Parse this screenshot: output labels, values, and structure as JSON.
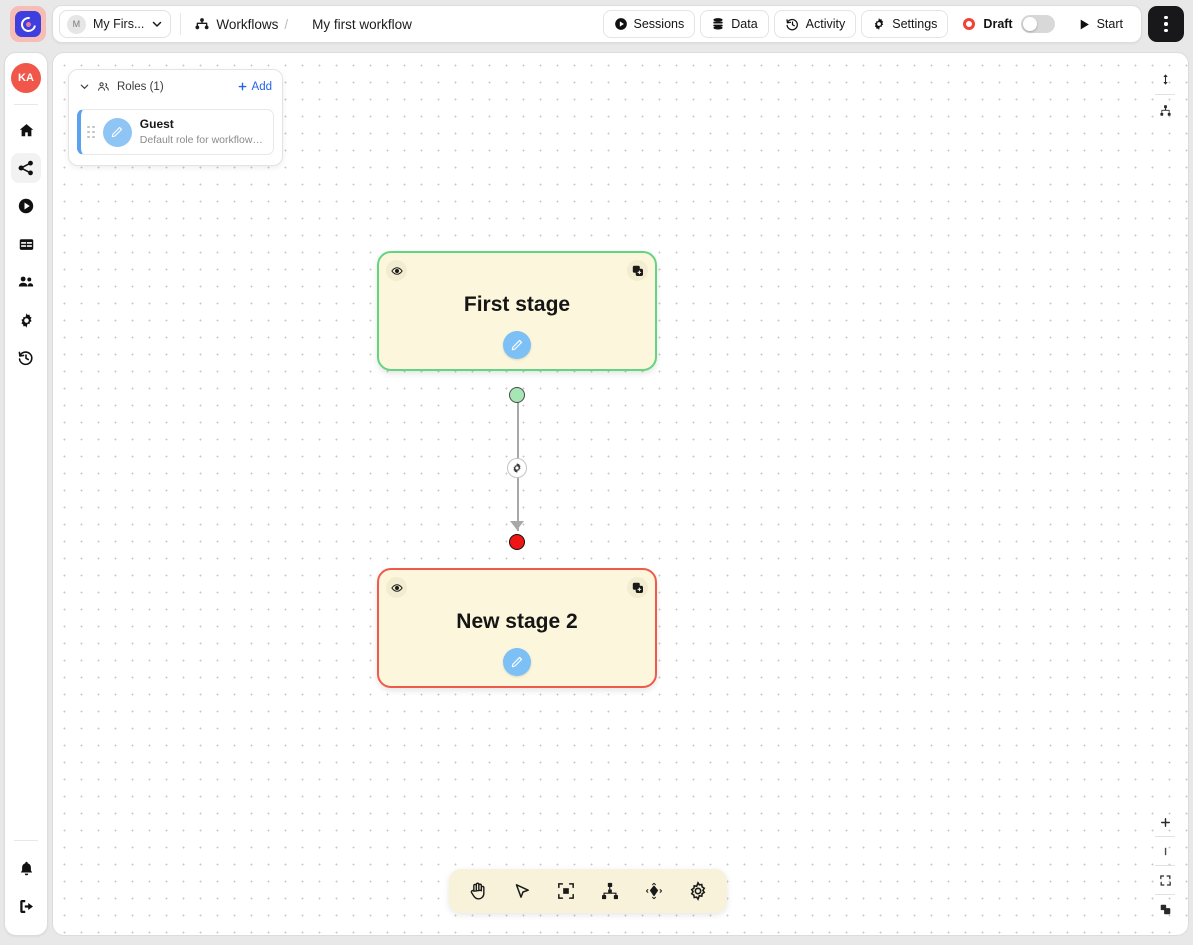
{
  "app": {
    "logo_icon": "app-logo-swirl-icon",
    "kebab_icon": "more-vertical-icon"
  },
  "topbar": {
    "workspace": {
      "avatar_initial": "M",
      "name": "My Firs...",
      "chevron_icon": "chevron-down-icon"
    },
    "breadcrumb": {
      "section_icon": "workflow-icon",
      "section": "Workflows",
      "separator": "/",
      "current": "My first workflow"
    },
    "actions": [
      {
        "label": "Sessions",
        "icon": "play-circle-icon"
      },
      {
        "label": "Data",
        "icon": "database-icon"
      },
      {
        "label": "Activity",
        "icon": "history-icon"
      },
      {
        "label": "Settings",
        "icon": "gear-icon"
      }
    ],
    "draft": {
      "label": "Draft",
      "dot_icon": "record-dot-icon",
      "toggle_state": "off",
      "dot_color": "#f04337"
    },
    "start": {
      "label": "Start",
      "icon": "play-triangle-icon"
    }
  },
  "sidebar": {
    "avatar": {
      "initials": "KA",
      "color": "#f0564a"
    },
    "items": [
      {
        "name": "home",
        "icon": "home-icon",
        "active": false
      },
      {
        "name": "workflows",
        "icon": "workflow-share-icon",
        "active": true
      },
      {
        "name": "sessions",
        "icon": "play-circle-icon",
        "active": false
      },
      {
        "name": "data",
        "icon": "table-icon",
        "active": false
      },
      {
        "name": "users",
        "icon": "users-icon",
        "active": false
      },
      {
        "name": "settings",
        "icon": "gear-icon",
        "active": false
      },
      {
        "name": "history",
        "icon": "history-icon",
        "active": false
      }
    ],
    "bottom_items": [
      {
        "name": "notifications",
        "icon": "bell-icon"
      },
      {
        "name": "logout",
        "icon": "logout-icon"
      }
    ]
  },
  "roles_panel": {
    "collapse_icon": "chevron-down-icon",
    "group_icon": "users-group-icon",
    "title": "Roles (1)",
    "add_label": "Add",
    "add_icon": "plus-icon",
    "roles": [
      {
        "name": "Guest",
        "description": "Default role for workflow p..",
        "icon": "pencil-icon",
        "accent_color": "#5aa2ef"
      }
    ]
  },
  "canvas": {
    "stages": [
      {
        "title": "First stage",
        "border_color": "#63d47f",
        "fill_color": "#fcf7dc",
        "visibility_icon": "eye-icon",
        "duplicate_icon": "copy-plus-icon",
        "edit_icon": "pencil-icon"
      },
      {
        "title": "New stage 2",
        "border_color": "#f05a4a",
        "fill_color": "#fcf7dc",
        "visibility_icon": "eye-icon",
        "duplicate_icon": "copy-plus-icon",
        "edit_icon": "pencil-icon"
      }
    ],
    "connector": {
      "source_handle_color": "#a6e5b4",
      "target_handle_color": "#f01515",
      "settings_icon": "gear-icon"
    },
    "right_controls_top": [
      {
        "name": "resize-vertical",
        "icon": "arrows-vertical-icon"
      },
      {
        "name": "auto-layout",
        "icon": "hierarchy-icon"
      }
    ],
    "right_controls_bottom": [
      {
        "name": "zoom-in",
        "icon": "plus-icon"
      },
      {
        "name": "zoom-out",
        "icon": "minus-icon"
      },
      {
        "name": "fit-view",
        "icon": "fit-screen-icon"
      },
      {
        "name": "lock-canvas",
        "icon": "lock-layers-icon"
      }
    ],
    "toolbar": [
      {
        "name": "pan-tool",
        "icon": "hand-icon"
      },
      {
        "name": "select-tool",
        "icon": "cursor-icon"
      },
      {
        "name": "frame-tool",
        "icon": "frame-icon"
      },
      {
        "name": "layout-tool",
        "icon": "hierarchy-icon"
      },
      {
        "name": "node-tool",
        "icon": "diamond-icon"
      },
      {
        "name": "canvas-settings",
        "icon": "gear-icon"
      }
    ]
  }
}
